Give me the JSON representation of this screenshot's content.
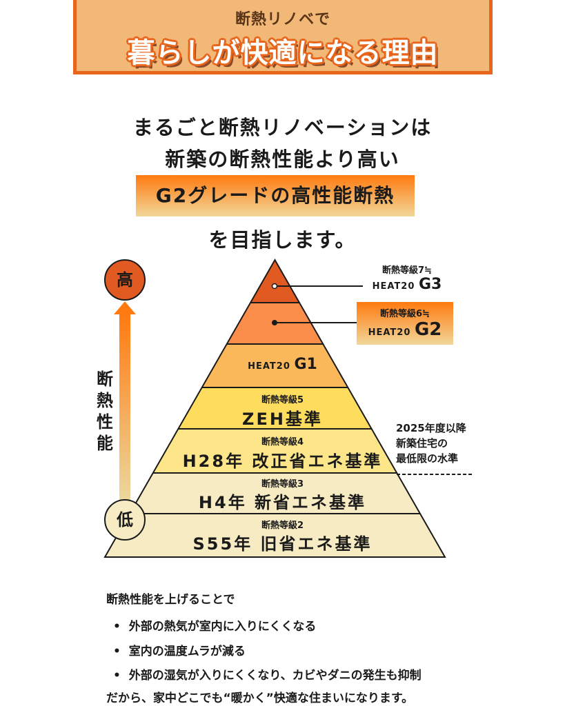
{
  "banner": {
    "subtitle": "断熱リノベで",
    "title": "暮らしが快適になる理由"
  },
  "headline": {
    "line1": "まるごと断熱リノベーションは",
    "line2": "新築の断熱性能より高い",
    "highlight": "G2グレードの高性能断熱",
    "line3": "を目指します。"
  },
  "axis": {
    "high": "高",
    "low": "低",
    "label": "断熱性能"
  },
  "callouts": {
    "g3": {
      "grade": "断熱等級7≒",
      "heat": "HEAT20",
      "level": "G3"
    },
    "g2": {
      "grade": "断熱等級6≒",
      "heat": "HEAT20",
      "level": "G2"
    }
  },
  "pyramid": [
    {
      "heat": "HEAT20",
      "level": "G1"
    },
    {
      "grade": "断熱等級5",
      "name": "ZEH基準"
    },
    {
      "grade": "断熱等級4",
      "name": "H28年 改正省エネ基準"
    },
    {
      "grade": "断熱等級3",
      "name": "H4年 新省エネ基準"
    },
    {
      "grade": "断熱等級2",
      "name": "S55年 旧省エネ基準"
    }
  ],
  "note": {
    "line1": "2025年度以降",
    "line2": "新築住宅の",
    "line3": "最低限の水準"
  },
  "benefits": {
    "intro": "断熱性能を上げることで",
    "items": [
      "外部の熱気が室内に入りにくくなる",
      "室内の温度ムラが減る",
      "外部の湿気が入りにくくなり、カビやダニの発生も抑制"
    ],
    "conclusion": "だから、家中どこでも“暖かく”快適な住まいになります。"
  },
  "colors": {
    "accent": "#e8661c",
    "layer1": "#e05a22",
    "layer2": "#fb8d4b",
    "layer3": "#fbb85a",
    "layer4": "#fddc5e",
    "layer5": "#fde58a",
    "layer6": "#f6ebc2",
    "layer7": "#f6ebc2"
  }
}
